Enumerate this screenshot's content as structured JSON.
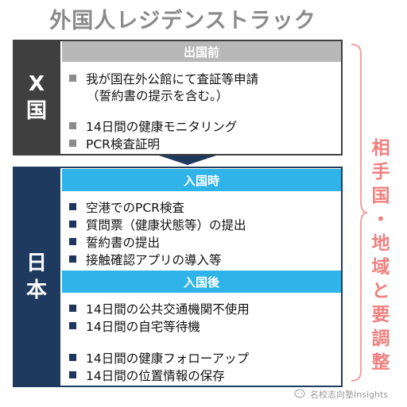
{
  "title": "外国人レジデンストラック",
  "foreign": {
    "label": "X\n国",
    "header": "出国前",
    "items": [
      "我が国在外公館にて査証等申請",
      "（誓約書の提示を含む。）",
      "14日間の健康モニタリング",
      "PCR検査証明"
    ]
  },
  "japan": {
    "label": "日\n本",
    "arrival_header": "入国時",
    "arrival_items": [
      "空港でのPCR検査",
      "質問票（健康状態等）の提出",
      "誓約書の提出",
      "接触確認アプリの導入等"
    ],
    "post_header": "入国後",
    "post_items": [
      "14日間の公共交通機関不使用",
      "14日間の自宅等待機",
      "14日間の健康フォローアップ",
      "14日間の位置情報の保存"
    ]
  },
  "side_label": "相\n手\n国\n・\n地\n域\nと\n要\n調\n整",
  "watermark": "名校志向塾Insights"
}
